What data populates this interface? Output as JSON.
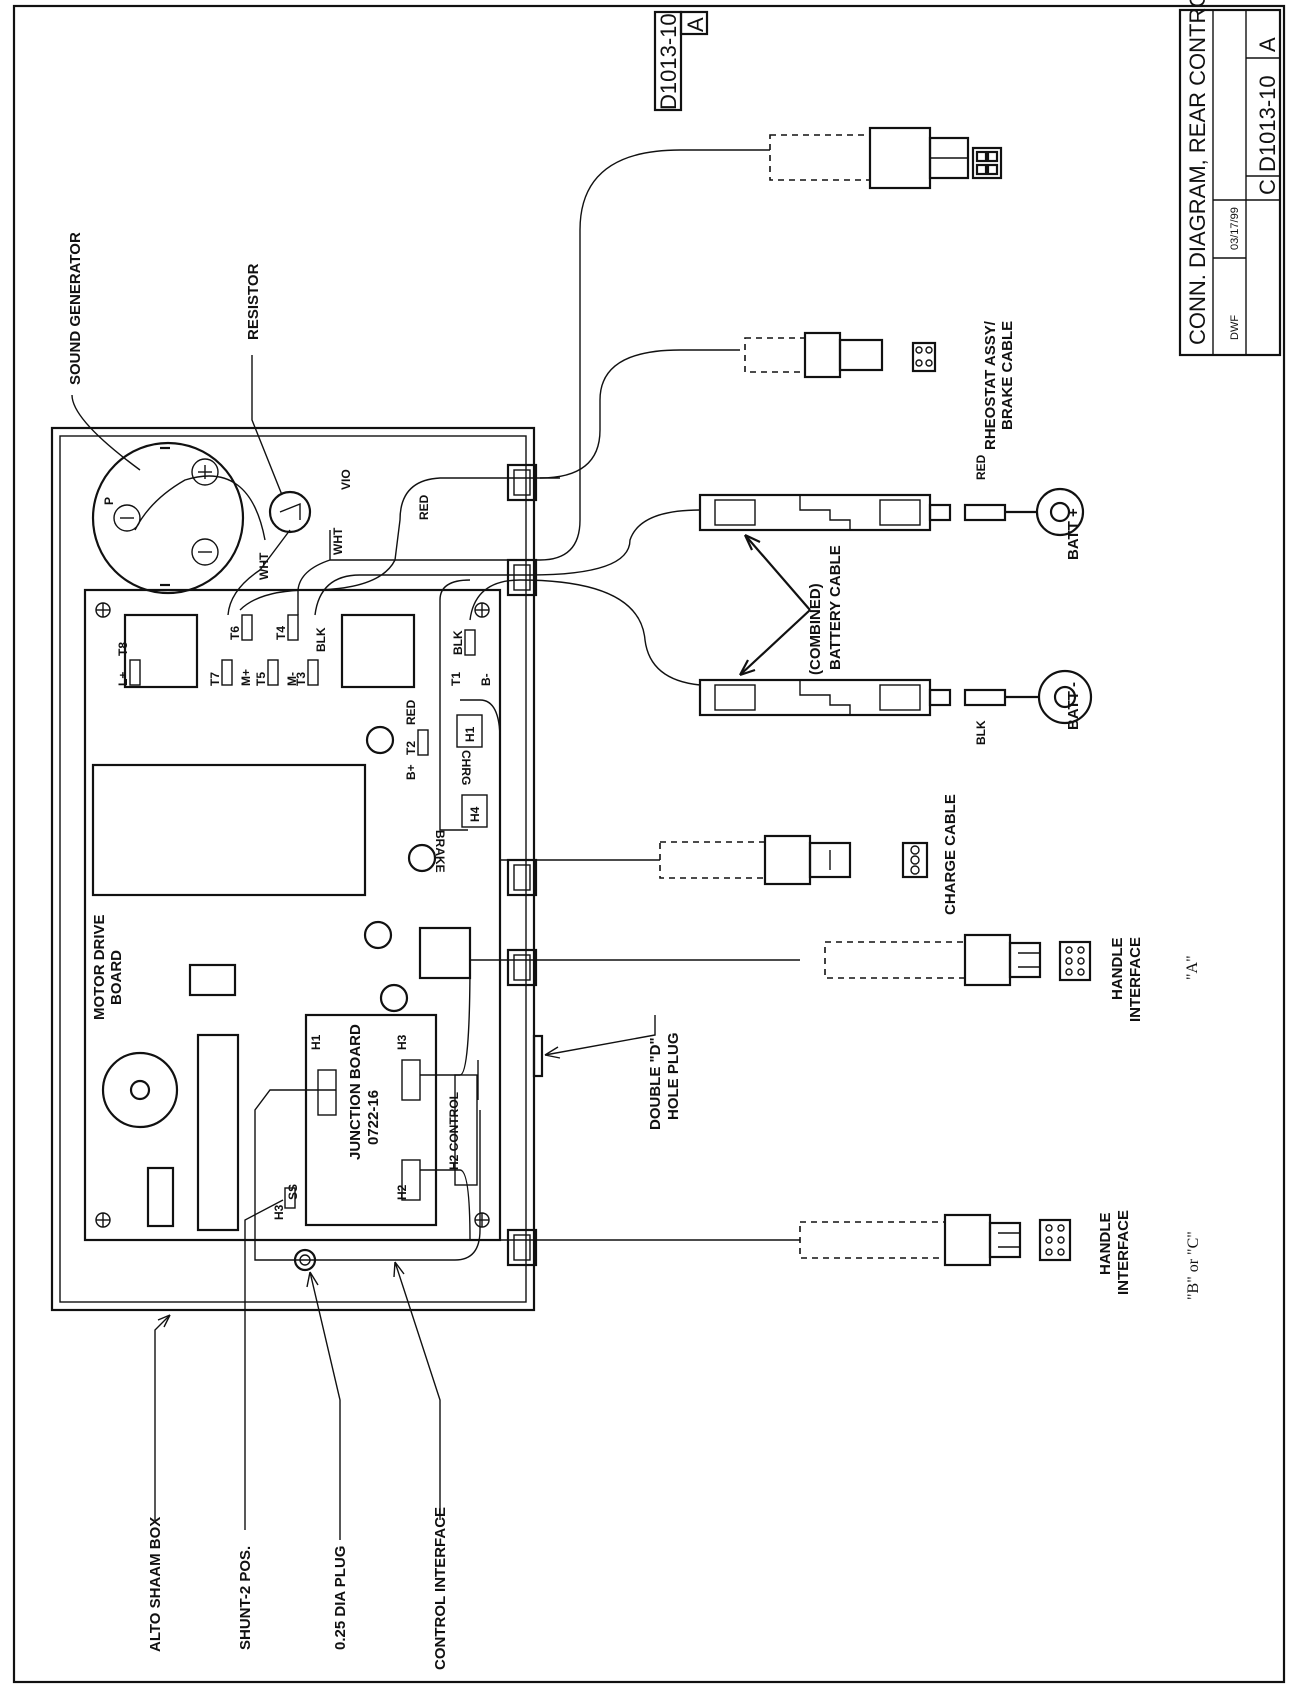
{
  "title_block": {
    "title": "CONN. DIAGRAM, REAR CONTROL-ALTO",
    "drawn_by": "DWF",
    "date": "03/17/99",
    "size": "C",
    "drawing_no": "D1013-10",
    "rev": "A"
  },
  "corner_stamp": {
    "drawing_no": "D1013-10",
    "rev": "A"
  },
  "callouts": {
    "sound_generator": "SOUND GENERATOR",
    "resistor": "RESISTOR",
    "alto_shaam_box": "ALTO SHAAM BOX",
    "shunt": "SHUNT-2 POS.",
    "dia_plug": "0.25 DIA PLUG",
    "control_interface": "CONTROL INTERFACE",
    "double_d_1": "DOUBLE \"D\"",
    "double_d_2": "HOLE PLUG",
    "rheostat_1": "RHEOSTAT ASSY/",
    "rheostat_2": "BRAKE CABLE",
    "combined": "(COMBINED)",
    "battery_cable": "BATTERY CABLE",
    "batt_plus": "BATT +",
    "batt_minus": "BATT -",
    "red": "RED",
    "blk": "BLK",
    "charge_cable": "CHARGE CABLE",
    "handle_interface": "HANDLE",
    "handle_interface_2": "INTERFACE",
    "quote_a": "\"A\"",
    "quote_bc": "\"B\" or \"C\""
  },
  "board_labels": {
    "motor_drive_1": "MOTOR DRIVE",
    "motor_drive_2": "BOARD",
    "junction_1": "JUNCTION BOARD",
    "junction_2": "0722-16",
    "h1": "H1",
    "h2": "H2",
    "h3": "H3",
    "h4": "H4",
    "h2_control": "H2 CONTROL",
    "h3_ss_a": "H3",
    "h3_ss_b": "SS",
    "t8": "T8",
    "l_plus": "L+",
    "t7": "T7",
    "t6": "T6",
    "m_plus": "M+",
    "t5": "T5",
    "t4": "T4",
    "m_minus": "M-",
    "t3": "T3",
    "blk": "BLK",
    "t2": "T2",
    "b_plus": "B+",
    "red": "RED",
    "t1": "T1",
    "b_minus": "B-",
    "blk2": "BLK",
    "chrg": "CHRG",
    "brake": "BRAKE",
    "wht": "WHT",
    "wht2": "WHT",
    "vio": "VIO",
    "red_wire": "RED",
    "p": "P"
  }
}
